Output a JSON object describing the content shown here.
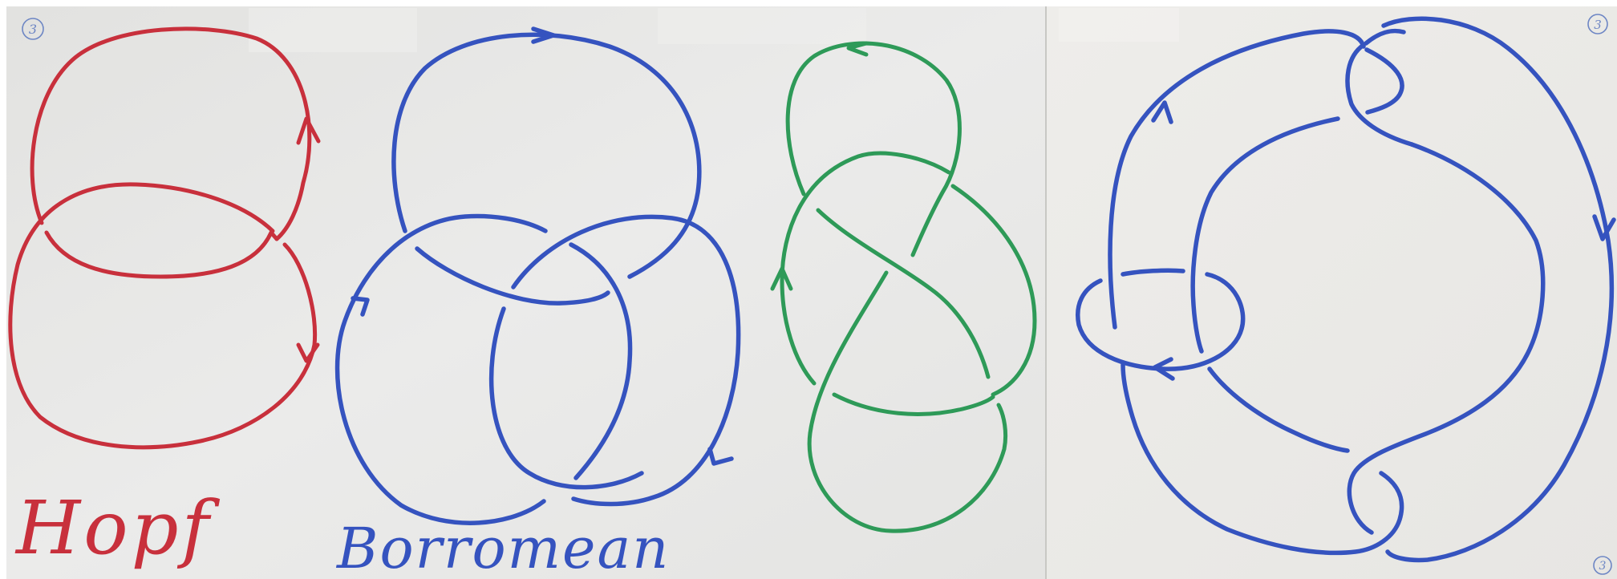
{
  "sheet_numbers": {
    "left_corner": "3",
    "right_corner_top": "3",
    "right_corner_bottom": "3"
  },
  "labels": {
    "hopf": "Hopf",
    "borromean": "Borromean"
  },
  "colors": {
    "hopf_ink": "#c8303c",
    "borromean_ink": "#3553bf",
    "figure_eight_ink": "#2e9a58",
    "right_knot_ink": "#3553bf",
    "paper_left": "#e7e7e5",
    "paper_right": "#ecebe8",
    "corner_number_ink": "#6d86c4"
  },
  "icons": {
    "hopf_arrow_top": "up-arrow-icon",
    "hopf_arrow_bottom": "down-arrow-icon",
    "borromean_arrows": "direction-arrow-icon",
    "figure_eight_arrows": "direction-arrow-icon",
    "right_knot_arrows": "direction-arrow-icon"
  }
}
